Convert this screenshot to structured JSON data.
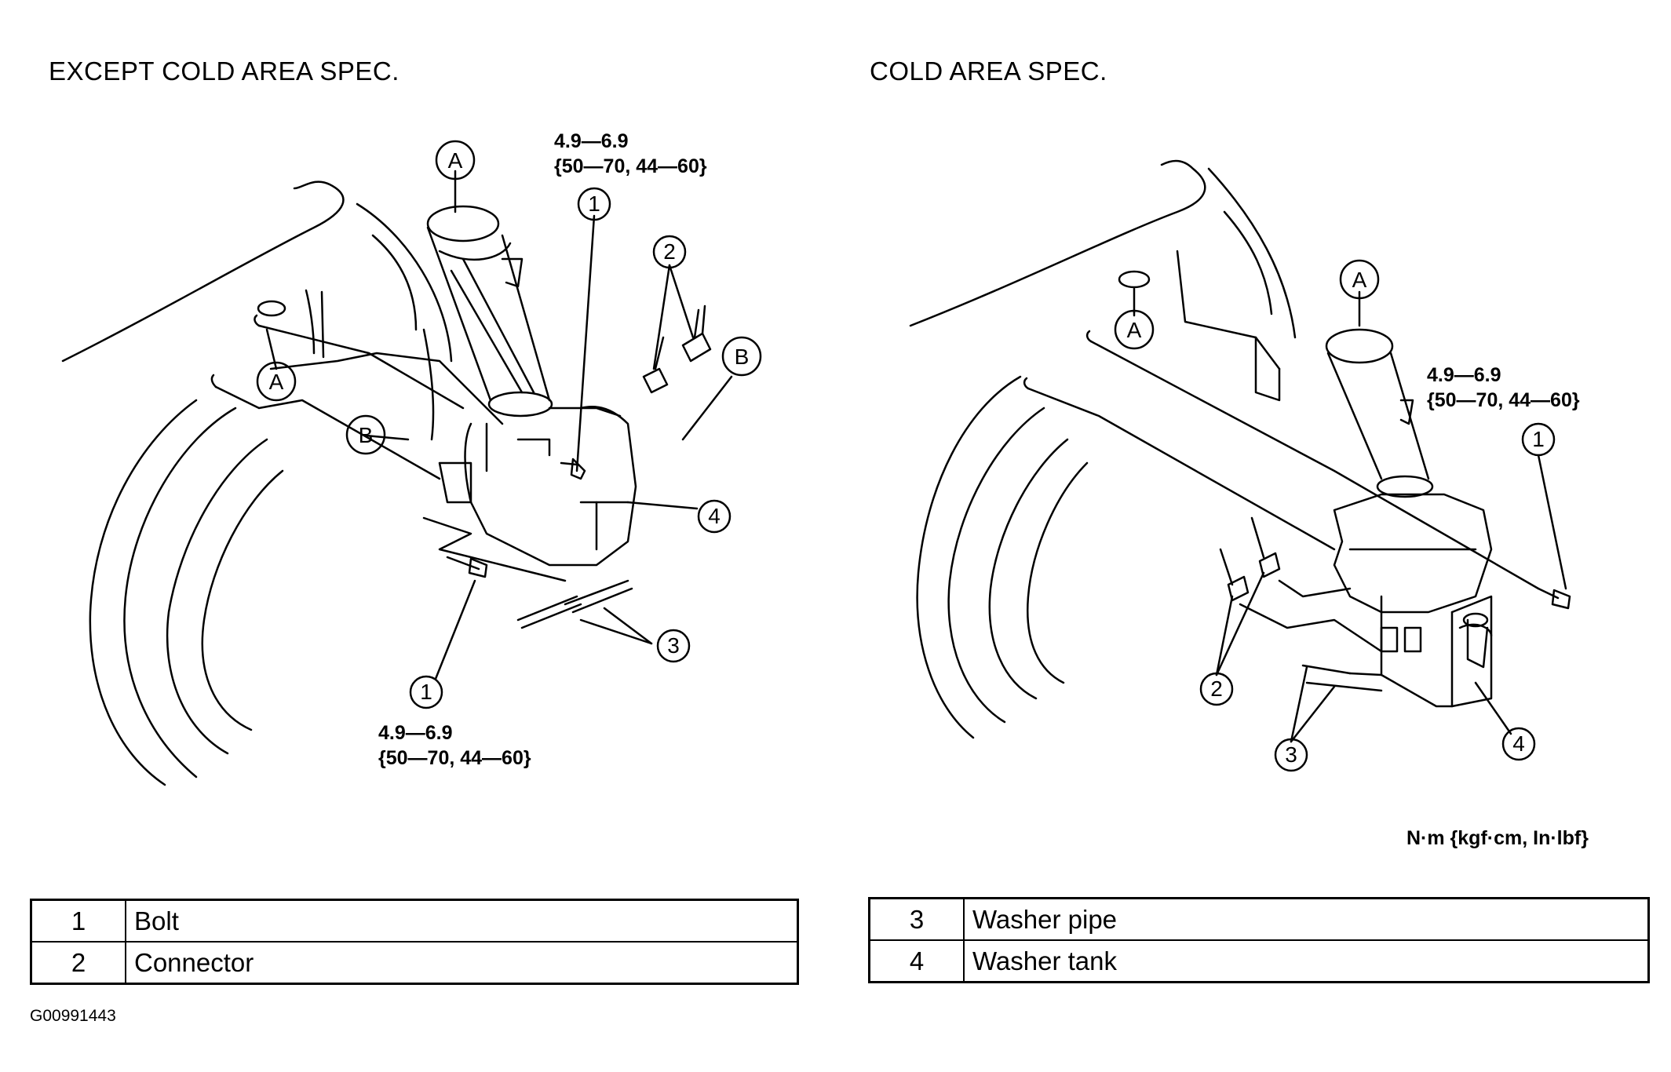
{
  "left_diagram": {
    "heading": "EXCEPT COLD AREA SPEC.",
    "torque_top": {
      "value": "4.9—6.9",
      "alt": "{50—70, 44—60}"
    },
    "torque_bottom": {
      "value": "4.9—6.9",
      "alt": "{50—70, 44—60}"
    },
    "callouts": [
      "A",
      "A",
      "B",
      "B",
      "1",
      "1",
      "2",
      "3",
      "4"
    ]
  },
  "right_diagram": {
    "heading": "COLD AREA SPEC.",
    "torque": {
      "value": "4.9—6.9",
      "alt": "{50—70, 44—60}"
    },
    "callouts": [
      "A",
      "A",
      "1",
      "2",
      "3",
      "4"
    ]
  },
  "units": "N·m {kgf·cm, In·lbf}",
  "legend_left": [
    {
      "num": "1",
      "label": "Bolt"
    },
    {
      "num": "2",
      "label": "Connector"
    }
  ],
  "legend_right": [
    {
      "num": "3",
      "label": "Washer pipe"
    },
    {
      "num": "4",
      "label": "Washer tank"
    }
  ],
  "figure_id": "G00991443"
}
